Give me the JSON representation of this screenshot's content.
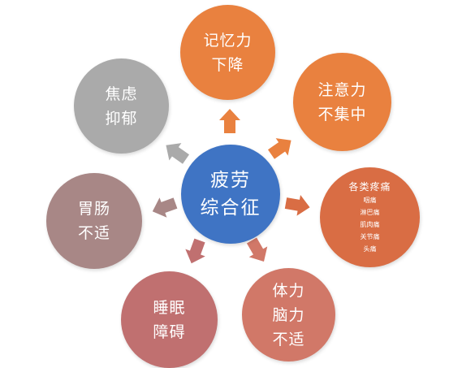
{
  "center": {
    "lines": [
      "疲劳",
      "综合征"
    ],
    "color": "#3f74c4"
  },
  "nodes": {
    "memory": {
      "lines": [
        "记忆力",
        "下降"
      ],
      "color": "#e9813f"
    },
    "attention": {
      "lines": [
        "注意力",
        "不集中"
      ],
      "color": "#e9813f"
    },
    "pain": {
      "title": "各类疼痛",
      "items": [
        "咽痛",
        "淋巴痛",
        "肌肉痛",
        "关节痛",
        "头痛"
      ],
      "color": "#d96d44"
    },
    "body_brain": {
      "lines": [
        "体力",
        "脑力",
        "不适"
      ],
      "color": "#d17868"
    },
    "sleep": {
      "lines": [
        "睡眠",
        "障碍"
      ],
      "color": "#c07070"
    },
    "stomach": {
      "lines": [
        "胃肠",
        "不适"
      ],
      "color": "#a88786"
    },
    "anxiety": {
      "lines": [
        "焦虑",
        "抑郁"
      ],
      "color": "#aaaaaa"
    }
  },
  "arrow_colors": {
    "memory": "#e9813f",
    "attention": "#e9813f",
    "pain": "#d96d44",
    "body_brain": "#d17868",
    "sleep": "#c07070",
    "stomach": "#a88786",
    "anxiety": "#aaaaaa"
  }
}
